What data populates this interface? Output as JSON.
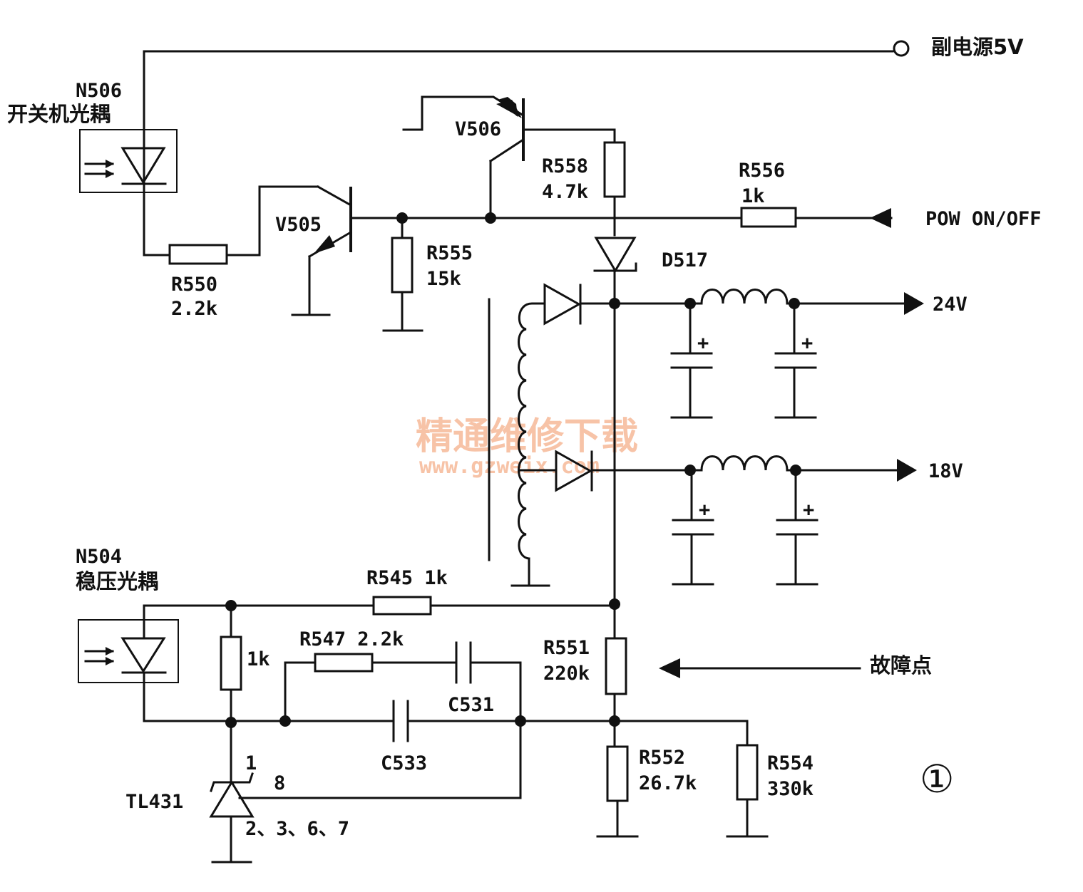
{
  "terminals": {
    "aux_5v": "副电源5V",
    "pow_on_off": "POW ON/OFF",
    "out_24v": "24V",
    "out_18v": "18V",
    "fault_point": "故障点"
  },
  "optocouplers": {
    "n506_ref": "N506",
    "n506_desc": "开关机光耦",
    "n504_ref": "N504",
    "n504_desc": "稳压光耦"
  },
  "transistors": {
    "v505": "V505",
    "v506": "V506"
  },
  "diodes": {
    "d517": "D517"
  },
  "ic": {
    "tl431": "TL431",
    "pin_1": "1",
    "pin_8": "8",
    "pin_gnd": "2、3、6、7"
  },
  "resistors": {
    "r550_ref": "R550",
    "r550_val": "2.2k",
    "r558_ref": "R558",
    "r558_val": "4.7k",
    "r556_ref": "R556",
    "r556_val": "1k",
    "r555_ref": "R555",
    "r555_val": "15k",
    "r545": "R545 1k",
    "r547": "R547 2.2k",
    "r_1k": "1k",
    "r551_ref": "R551",
    "r551_val": "220k",
    "r552_ref": "R552",
    "r552_val": "26.7k",
    "r554_ref": "R554",
    "r554_val": "330k"
  },
  "capacitors": {
    "c531": "C531",
    "c533": "C533"
  },
  "capacitor_polarity": "+",
  "figure_number": "①",
  "watermark": {
    "name": "精通维修下载",
    "url": "www.gzweix.com"
  },
  "colors": {
    "ink": "#111111",
    "watermark": "#f5b08a",
    "background": "#ffffff"
  }
}
